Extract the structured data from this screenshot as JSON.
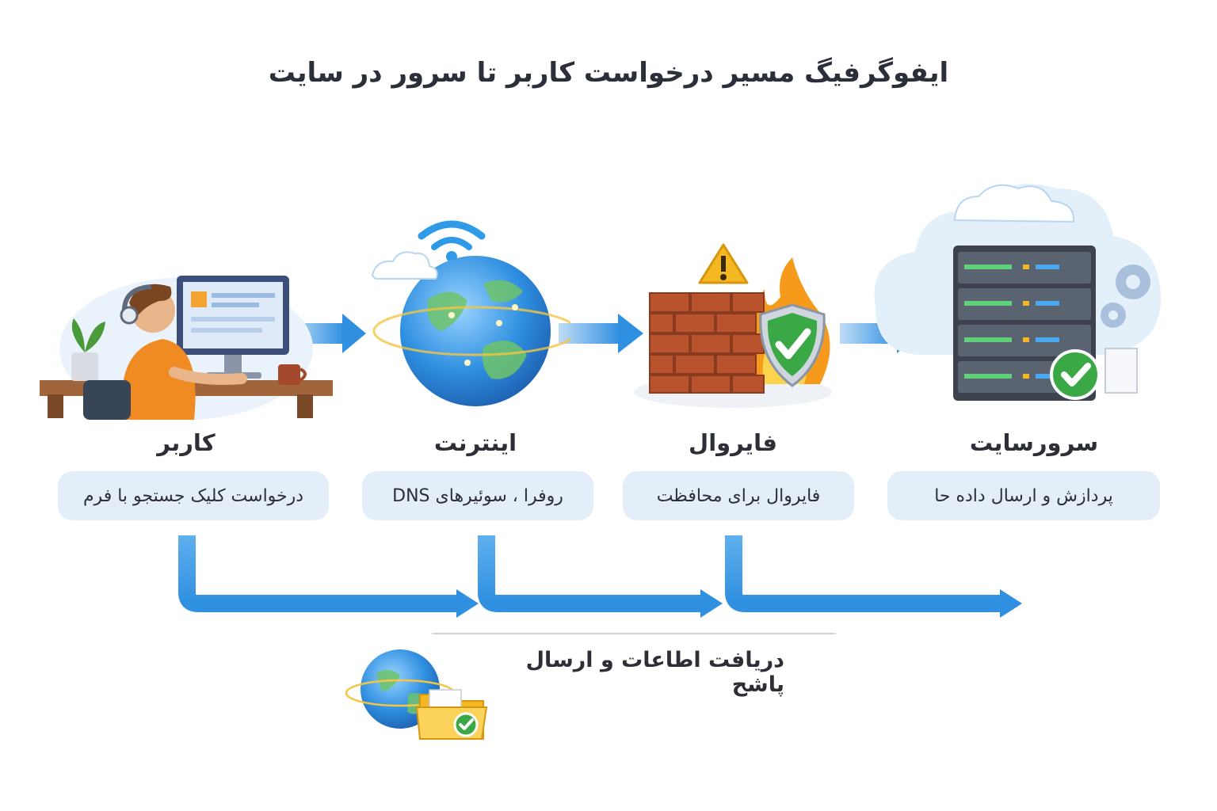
{
  "title": "ایفوگرفیگ مسیر درخواست کاربر تا سرور در سایت",
  "stages": [
    {
      "name": "کاربر",
      "desc": "درخواست کلیک جستجو با فرم",
      "icon": "user-at-computer-icon"
    },
    {
      "name": "اینترنت",
      "desc": "روفرا ، سوئیرهای DNS",
      "icon": "globe-network-icon"
    },
    {
      "name": "فایروال",
      "desc": "فایروال برای محافظت",
      "icon": "firewall-shield-icon"
    },
    {
      "name": "سرورسایت",
      "desc": "پردازش و ارسال داده حا",
      "icon": "server-rack-icon"
    }
  ],
  "response": {
    "label": "دریافت اطاعات و ارسال پاشح",
    "icon": "globe-folder-icon"
  },
  "colors": {
    "arrow": "#2f8fe0",
    "pill": "#e3eef9",
    "title": "#2b2f3a",
    "check": "#3aa845",
    "fire": "#f59a1b",
    "brick": "#b8532e"
  }
}
